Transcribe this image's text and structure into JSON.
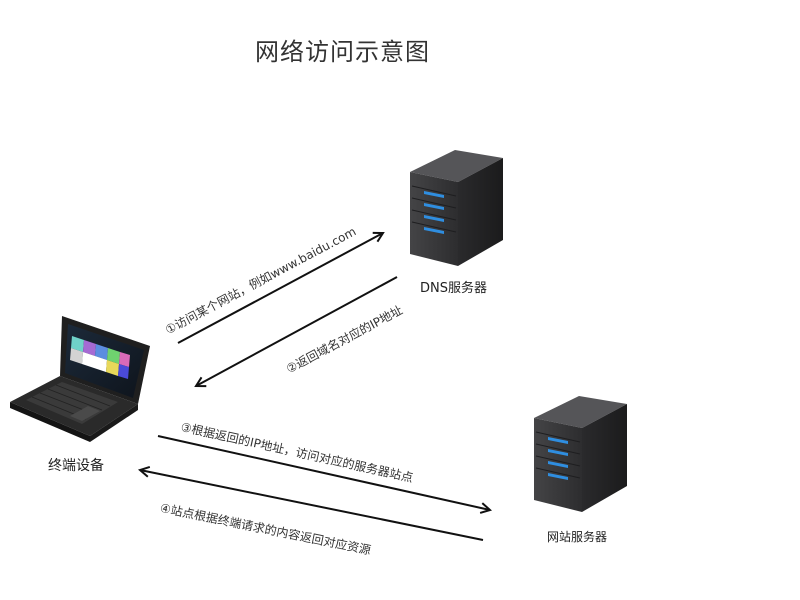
{
  "diagram": {
    "title": "网络访问示意图",
    "nodes": {
      "terminal": {
        "label": "终端设备",
        "icon": "laptop-icon"
      },
      "dns": {
        "label": "DNS服务器",
        "icon": "server-icon"
      },
      "web": {
        "label": "网站服务器",
        "icon": "server-icon"
      }
    },
    "steps": [
      {
        "label": "①访问某个网站，例如www.baidu.com",
        "from": "terminal",
        "to": "dns"
      },
      {
        "label": "②返回域名对应的IP地址",
        "from": "dns",
        "to": "terminal"
      },
      {
        "label": "③根据返回的IP地址，访问对应的服务器站点",
        "from": "terminal",
        "to": "web"
      },
      {
        "label": "④站点根据终端请求的内容返回对应资源",
        "from": "web",
        "to": "terminal"
      }
    ],
    "colors": {
      "arrow": "#111111",
      "server_body": "#3a3a3c",
      "server_led": "#2f8ee0",
      "laptop_body": "#2a2a2a"
    }
  }
}
